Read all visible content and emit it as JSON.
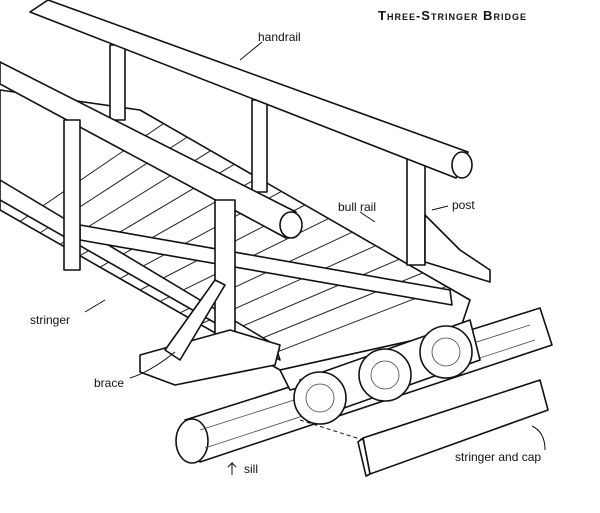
{
  "title": "Three-Stringer Bridge",
  "labels": {
    "handrail": "handrail",
    "bull_rail": "bull rail",
    "post": "post",
    "stringer": "stringer",
    "brace": "brace",
    "sill": "sill",
    "stringer_and_cap": "stringer and cap"
  }
}
